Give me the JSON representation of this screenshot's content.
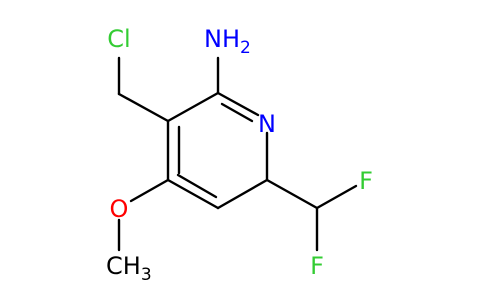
{
  "molecule": {
    "atoms": {
      "chlorine": "Cl",
      "amine": "NH",
      "amine_subscript": "2",
      "ring_nitrogen": "N",
      "ether_oxygen": "O",
      "methyl": "CH",
      "methyl_subscript": "3",
      "fluorine_top": "F",
      "fluorine_bottom": "F"
    },
    "colors": {
      "bond": "#000000",
      "carbon_hydrogen": "#000000",
      "nitrogen": "#0000ff",
      "oxygen": "#ff0000",
      "halogen": "#33cc33"
    }
  }
}
